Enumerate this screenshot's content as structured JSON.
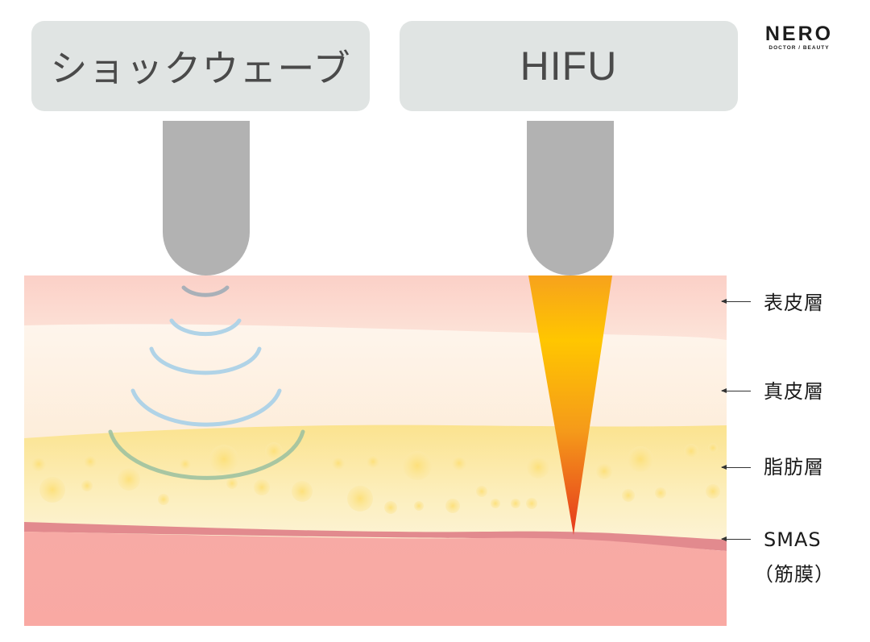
{
  "methods": {
    "shockwave": "ショックウェーブ",
    "hifu": "HIFU"
  },
  "logo": {
    "brand": "NERO",
    "subtitle": "DOCTOR / BEAUTY"
  },
  "layers": {
    "epidermis": "表皮層",
    "dermis": "真皮層",
    "fat": "脂肪層",
    "smas_line1": "SMAS",
    "smas_line2": "（筋膜）"
  },
  "colors": {
    "epidermis": "#fbd5cc",
    "dermis": "#fdf0e2",
    "fat": "#fbe9a8",
    "smas_band": "#e28a8e",
    "muscle": "#f8aaa4",
    "probe": "#b2b2b2",
    "header_box": "#e0e4e3",
    "shock_waves": "#a8cfe6",
    "hifu_beam_top": "#ffc100",
    "hifu_beam_tip": "#e8401e"
  }
}
